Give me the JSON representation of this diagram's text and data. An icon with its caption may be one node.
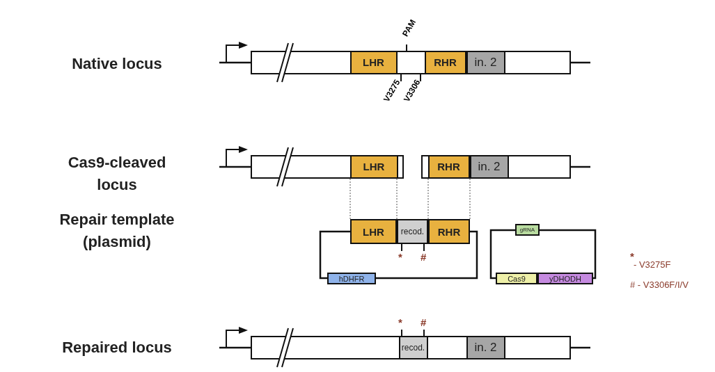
{
  "diagram": {
    "nodes": [
      {
        "text": [
          "LHR"
        ],
        "in": 22
      },
      {
        "text": [
          "RHR"
        ],
        "in": 22
      },
      {
        "text": [
          "in. 2"
        ],
        "in": 22
      },
      {
        "text": [
          "LHR"
        ],
        "in": 23
      },
      {
        "text": [
          "RHR"
        ],
        "in": 24
      },
      {
        "text": [
          "in. 2"
        ],
        "in": 24
      },
      {
        "text": [
          "LHR"
        ]
      },
      {
        "text": [
          "recod."
        ]
      },
      {
        "text": [
          "RHR"
        ]
      },
      {
        "text": [
          "hDHFR"
        ]
      },
      {
        "text": [
          "gRNA"
        ]
      },
      {
        "text": [
          "Cas9"
        ]
      },
      {
        "text": [
          "yDHODH"
        ]
      },
      {
        "text": [
          "recod."
        ],
        "in": 25
      },
      {
        "text": [
          "in. 2"
        ],
        "in": 25
      },
      {
        "text": [
          "PAM"
        ]
      },
      {
        "text": [
          "V3275"
        ]
      },
      {
        "text": [
          "V3306"
        ]
      },
      {
        "text": [
          "*"
        ]
      },
      {
        "text": [
          "#"
        ]
      },
      {
        "text": [
          "*"
        ]
      },
      {
        "text": [
          "#"
        ]
      },
      {
        "text": [],
        "shape": "box"
      },
      {
        "text": [],
        "shape": "box"
      },
      {
        "text": [],
        "shape": "box"
      },
      {
        "text": [],
        "shape": "box"
      }
    ],
    "edges": [
      {
        "from": 3,
        "to": 6,
        "arrow": "none",
        "style": "dashed"
      },
      {
        "from": 3,
        "to": 6,
        "arrow": "none",
        "style": "dashed"
      },
      {
        "from": 4,
        "to": 8,
        "arrow": "none",
        "style": "dashed"
      },
      {
        "from": 4,
        "to": 8,
        "arrow": "none",
        "style": "dashed"
      },
      {
        "from": 15,
        "to": 22,
        "arrow": "none"
      },
      {
        "from": 16,
        "to": 0,
        "arrow": "none"
      },
      {
        "from": 17,
        "to": 1,
        "arrow": "none"
      },
      {
        "from": 18,
        "to": 7,
        "arrow": "none"
      },
      {
        "from": 19,
        "to": 7,
        "arrow": "none"
      },
      {
        "from": 20,
        "to": 13,
        "arrow": "none"
      },
      {
        "from": 21,
        "to": 13,
        "arrow": "none"
      }
    ],
    "labels": [
      "Native locus",
      "Cas9-cleaved locus",
      "Repair template (plasmid)",
      "*",
      "- V3275F",
      "# - V3306F/I/V",
      "Repaired locus"
    ]
  }
}
